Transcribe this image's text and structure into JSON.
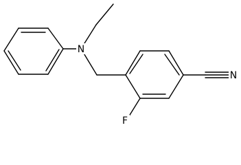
{
  "molecule": {
    "atom_labels": {
      "nitrogen_amine": "N",
      "nitrogen_nitrile": "N",
      "fluorine": "F"
    }
  }
}
